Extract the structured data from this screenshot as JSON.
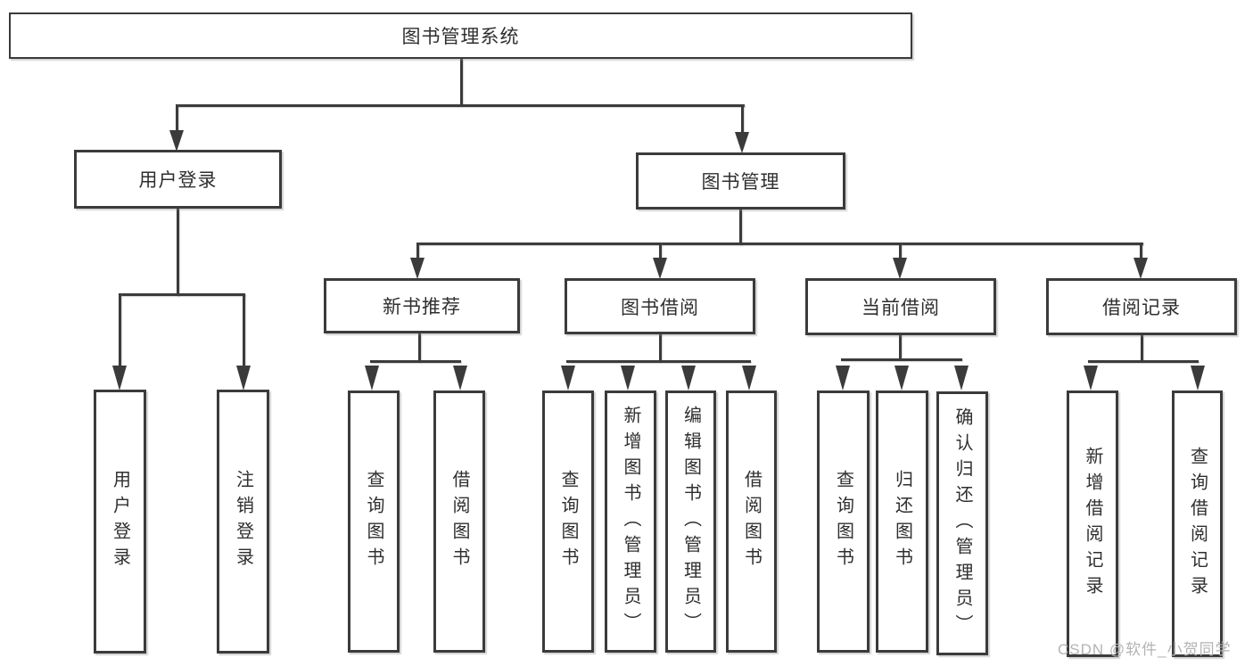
{
  "colors": {
    "line": "#3b3b3b",
    "text": "#2f2f2f",
    "background": "#ffffff",
    "watermark": "#b3b3b3"
  },
  "tree": {
    "root": {
      "label": "图书管理系统"
    },
    "level2": [
      {
        "label": "用户登录",
        "leaves": [
          {
            "label": "用户登录"
          },
          {
            "label": "注销登录"
          }
        ]
      },
      {
        "label": "图书管理",
        "children": [
          {
            "label": "新书推荐",
            "leaves": [
              {
                "label": "查询图书"
              },
              {
                "label": "借阅图书"
              }
            ]
          },
          {
            "label": "图书借阅",
            "leaves": [
              {
                "label": "查询图书"
              },
              {
                "label": "新增图书（管理员）"
              },
              {
                "label": "编辑图书（管理员）"
              },
              {
                "label": "借阅图书"
              }
            ]
          },
          {
            "label": "当前借阅",
            "leaves": [
              {
                "label": "查询图书"
              },
              {
                "label": "归还图书"
              },
              {
                "label": "确认归还（管理员）"
              }
            ]
          },
          {
            "label": "借阅记录",
            "leaves": [
              {
                "label": "新增借阅记录"
              },
              {
                "label": "查询借阅记录"
              }
            ]
          }
        ]
      }
    ]
  },
  "watermark": {
    "text": "CSDN @软件_小贺同学"
  }
}
